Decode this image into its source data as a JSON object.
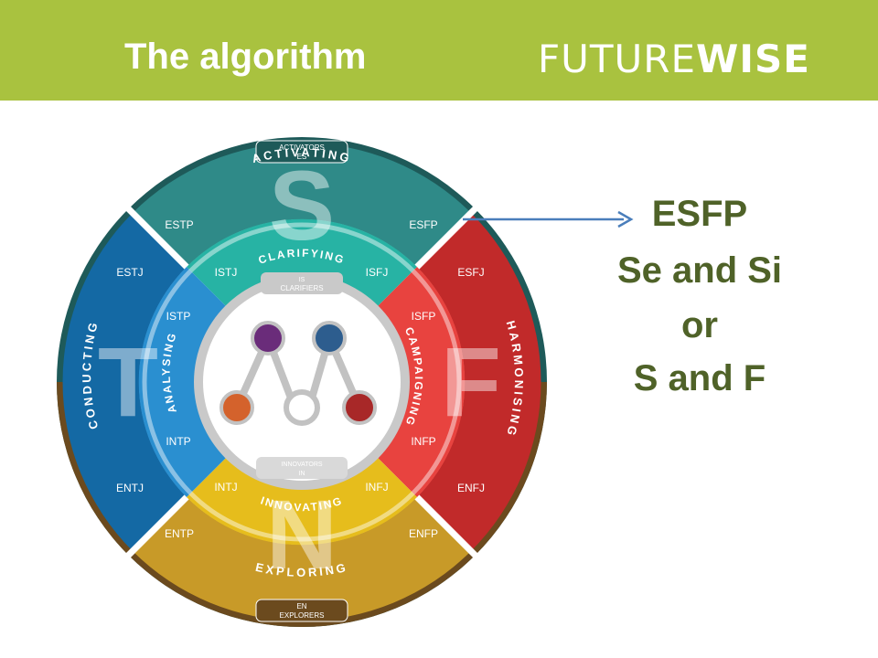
{
  "header": {
    "title": "The algorithm",
    "brand_prefix": "FUTURE",
    "brand_suffix": "WISE",
    "background_color": "#a9c23f"
  },
  "wheel": {
    "outer_top_badge": {
      "line1": "ACTIVATORS",
      "line2": "ES"
    },
    "outer_bottom_badge": {
      "line1": "EN",
      "line2": "EXPLORERS"
    },
    "inner_top_badge": {
      "line1": "IS",
      "line2": "CLARIFIERS"
    },
    "inner_bottom_badge": {
      "line1": "INNOVATORS",
      "line2": "IN"
    },
    "outer_arcs": {
      "top": "ACTIVATING",
      "right": "HARMONISING",
      "bottom": "EXPLORING",
      "left": "CONDUCTING"
    },
    "inner_arcs": {
      "top": "CLARIFYING",
      "right": "CAMPAIGNING",
      "bottom": "INNOVATING",
      "left": "ANALYSING"
    },
    "big_letters": {
      "top": "S",
      "right": "F",
      "bottom": "N",
      "left": "T"
    },
    "types": {
      "estp": "ESTP",
      "esfp": "ESFP",
      "esfj": "ESFJ",
      "enfj": "ENFJ",
      "enfp": "ENFP",
      "entp": "ENTP",
      "entj": "ENTJ",
      "estj": "ESTJ",
      "istj": "ISTJ",
      "isfj": "ISFJ",
      "isfp": "ISFP",
      "infp": "INFP",
      "infj": "INFJ",
      "intj": "INTJ",
      "intp": "INTP",
      "istp": "ISTP"
    },
    "colors": {
      "top_outer": "#2f8a88",
      "top_inner": "#27b3a4",
      "right_outer": "#c12a2a",
      "right_inner": "#e8433f",
      "bottom_outer": "#c89a28",
      "bottom_inner": "#e6bd1c",
      "left_outer": "#1469a4",
      "left_inner": "#2a8fd0",
      "rim_top": "#1e5a59",
      "rim_bottom": "#6b4a1e"
    },
    "logo_colors": {
      "purple": "#6a2c7a",
      "blue": "#2d5d8e",
      "orange": "#d4622c",
      "red": "#a82828"
    }
  },
  "annotation": {
    "type": "ESFP",
    "line2": "Se and Si",
    "line3": "or",
    "line4": "S and F",
    "text_color": "#4f6228",
    "arrow_color": "#4a7ebb"
  }
}
